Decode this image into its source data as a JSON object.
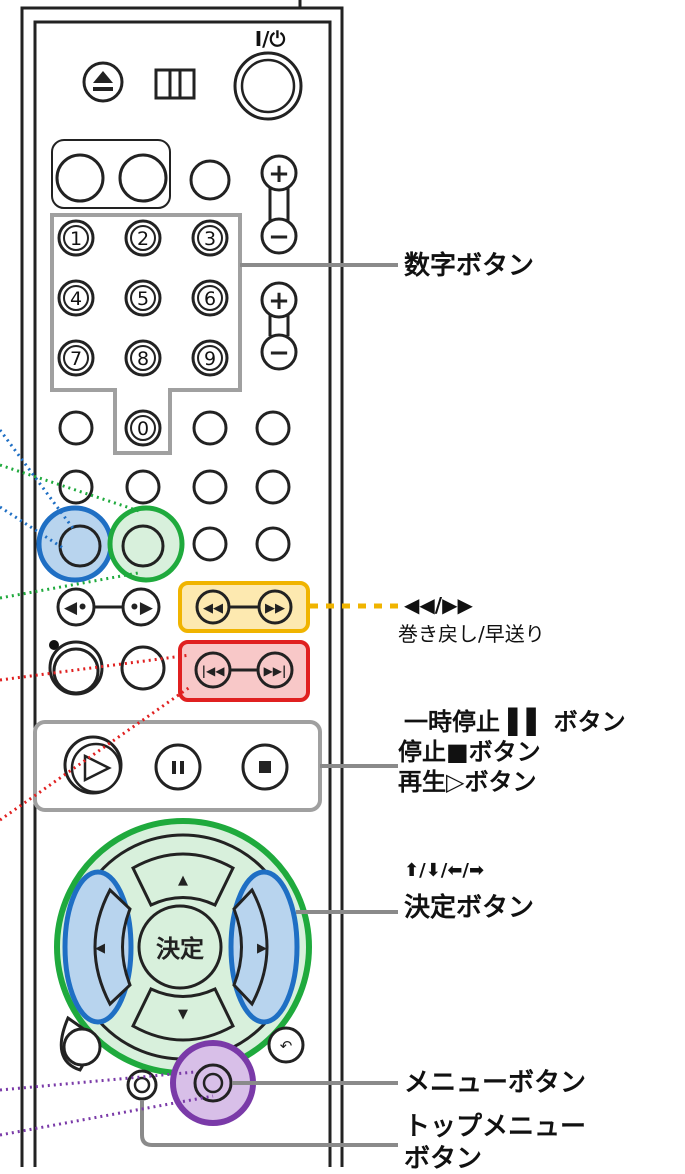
{
  "remote": {
    "power_label": "I/⏻",
    "numbers": [
      "1",
      "2",
      "3",
      "4",
      "5",
      "6",
      "7",
      "8",
      "9",
      "0"
    ],
    "confirm_label": "決定",
    "colors": {
      "outline": "#222222",
      "group_box": "#a0a0a0",
      "blue_highlight": "#1f6fc4",
      "blue_fill": "#b8d4ee",
      "green_highlight": "#1faa3d",
      "green_fill": "#d8f0dc",
      "yellow_highlight": "#f0b400",
      "yellow_fill": "#fde9b0",
      "red_highlight": "#e02020",
      "red_fill": "#f8c8c8",
      "purple_highlight": "#7a3aa8",
      "purple_fill": "#d8bfe8"
    }
  },
  "labels": {
    "number_buttons": "数字ボタン",
    "rewind_ff_symbols": "◀◀/▶▶",
    "rewind_ff": "巻き戻し/早送り",
    "pause": "一時停止 ▌▌ ボタン",
    "stop": "停止■ボタン",
    "play": "再生▷ボタン",
    "arrows": "⬆/⬇/⬅/➡",
    "confirm": "決定ボタン",
    "menu": "メニューボタン",
    "top_menu_line1": "トップメニュー",
    "top_menu_line2": "ボタン"
  }
}
